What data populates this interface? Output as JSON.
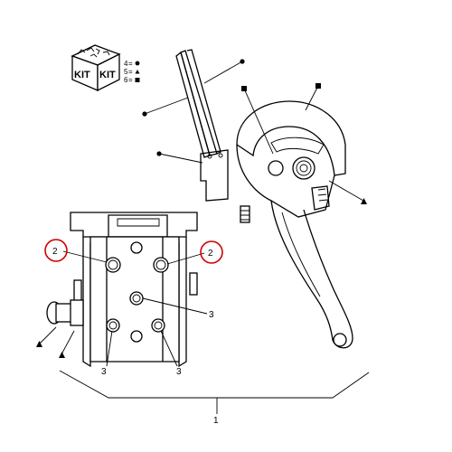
{
  "kit_box": {
    "word_left": "KIT",
    "word_right": "KIT"
  },
  "kit_legend": [
    {
      "number": "4",
      "symbol": "circle"
    },
    {
      "number": "5",
      "symbol": "triangle"
    },
    {
      "number": "6",
      "symbol": "square"
    }
  ],
  "callouts": {
    "item_1": "1",
    "item_2_left": "2",
    "item_2_right": "2",
    "item_3_center": "3",
    "item_3_bottom_left": "3",
    "item_3_bottom_right": "3"
  },
  "colors": {
    "line": "#000000",
    "highlight_circle": "#cc0000"
  }
}
